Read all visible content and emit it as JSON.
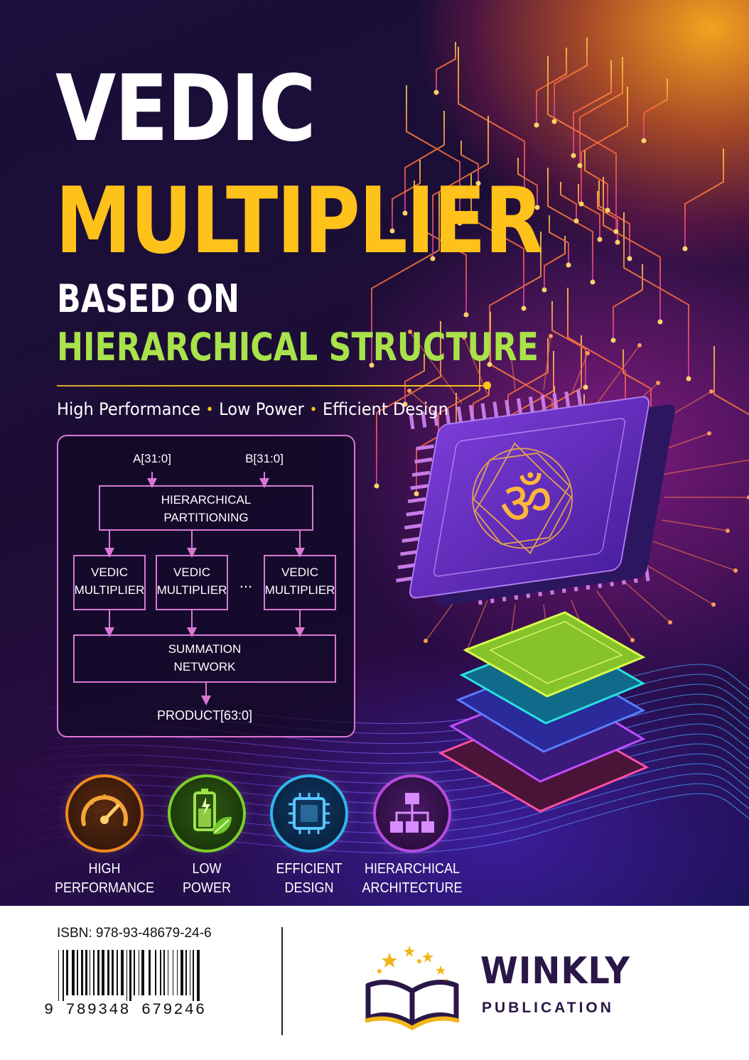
{
  "cover": {
    "title_line1": "VEDIC",
    "title_line2": "MULTIPLIER",
    "subtitle_line1": "BASED ON",
    "subtitle_line2": "HIERARCHICAL STRUCTURE",
    "tagline": [
      "High Performance",
      "Low Power",
      "Efficient Design"
    ],
    "tagline_separator": "•"
  },
  "diagram": {
    "input_a": "A[31:0]",
    "input_b": "B[31:0]",
    "partition_line1": "HIERARCHICAL",
    "partition_line2": "PARTITIONING",
    "blocks": [
      {
        "line1": "VEDIC",
        "line2": "MULTIPLIER"
      },
      {
        "line1": "VEDIC",
        "line2": "MULTIPLIER"
      },
      {
        "line1": "VEDIC",
        "line2": "MULTIPLIER"
      }
    ],
    "ellipsis": "...",
    "summation_line1": "SUMMATION",
    "summation_line2": "NETWORK",
    "output": "PRODUCT[63:0]"
  },
  "chip": {
    "symbol": "ॐ",
    "icon": "om-symbol"
  },
  "features": [
    {
      "line1": "HIGH",
      "line2": "PERFORMANCE",
      "icon": "speedometer-icon",
      "color": "#f08a1c"
    },
    {
      "line1": "LOW",
      "line2": "POWER",
      "icon": "battery-leaf-icon",
      "color": "#7ccf2a"
    },
    {
      "line1": "EFFICIENT",
      "line2": "DESIGN",
      "icon": "chip-icon",
      "color": "#2fb6ee"
    },
    {
      "line1": "HIERARCHICAL",
      "line2": "ARCHITECTURE",
      "icon": "hierarchy-icon",
      "color": "#b54be0"
    }
  ],
  "back": {
    "isbn": "ISBN: 978-93-48679-24-6",
    "barcode_digits": "9 789348 679246",
    "publisher_name": "WINKLY",
    "publisher_sub": "PUBLICATION"
  },
  "colors": {
    "accent_yellow": "#ffc21a",
    "accent_green": "#a9e24a",
    "diagram_border": "#d978d4",
    "brand": "#2a1748"
  }
}
